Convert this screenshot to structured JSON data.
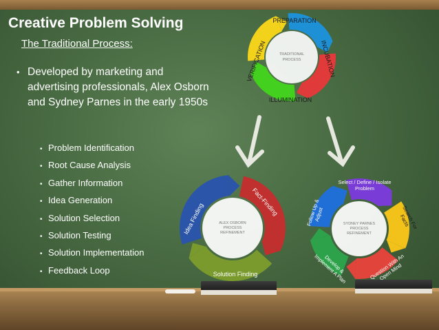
{
  "slide": {
    "title": "Creative Problem Solving",
    "subtitle": "The Traditional Process:",
    "main_bullet": "Developed by marketing and advertising professionals, Alex Osborn and Sydney Parnes in the early 1950s",
    "sub_bullets": [
      "Problem Identification",
      "Root Cause Analysis",
      "Gather Information",
      "Idea Generation",
      "Solution Selection",
      "Solution Testing",
      "Solution Implementation",
      "Feedback Loop"
    ]
  },
  "cycle_top": {
    "stages": [
      "PREPARATION",
      "INCUBATION",
      "ILLUMINATION",
      "VERIFICATION"
    ],
    "center_line1": "TRADITIONAL",
    "center_line2": "PROCESS",
    "colors": [
      "#1e90d6",
      "#e03a3a",
      "#44d01e",
      "#f2d21a"
    ]
  },
  "cycle_left": {
    "stages": [
      "Fact-Finding",
      "Solution Finding",
      "Idea Finding"
    ],
    "center_line1": "ALEX OSBORN",
    "center_line2": "PROCESS",
    "center_line3": "REFINEMENT",
    "colors": [
      "#c0302e",
      "#7a9a2e",
      "#2b55a8"
    ]
  },
  "cycle_right": {
    "stages": [
      "Select / Define / Isolate Problem",
      "Search For Facts",
      "Question With An Open Mind",
      "Develop & Implement A Plan",
      "Follow Up & Adjust"
    ],
    "center_line1": "SYDNEY PARNES",
    "center_line2": "PROCESS",
    "center_line3": "REFINEMENT",
    "colors": [
      "#7a3cd6",
      "#f2c21a",
      "#e0443a",
      "#2da24a",
      "#1f6fd6"
    ]
  }
}
